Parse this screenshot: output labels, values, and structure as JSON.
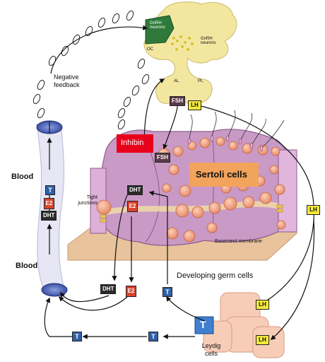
{
  "hypothalamus": {
    "gnrh_label_1": "GnRH\nneurons",
    "gnrh_label_2": "GnRH\nneurons",
    "oc_label": "OC",
    "al_label": "AL",
    "pl_label": "PL"
  },
  "feedback": {
    "label": "Negative\nfeedback"
  },
  "inhibin": {
    "label": "Inhibin",
    "color": "#e8001a"
  },
  "sertoli": {
    "label": "Sertoli cells",
    "color": "#f2a35c"
  },
  "hormones": {
    "fsh_top": "FSH",
    "fsh_mid": "FSH",
    "lh_top": "LH",
    "lh_right": "LH",
    "lh_leydig_1": "LH",
    "lh_leydig_2": "LH",
    "t_blood": "T",
    "e2_blood": "E2",
    "dht_blood": "DHT",
    "dht_tubule": "DHT",
    "e2_tubule": "E2",
    "dht_bottom": "DHT",
    "e2_bottom": "E2",
    "t_bottom_mid": "T",
    "t_leydig": "T",
    "t_bottom_left": "T",
    "t_bottom_center": "T"
  },
  "labels": {
    "blood_top": "Blood",
    "blood_bottom": "Blood",
    "tight_junctions": "Tight\njunctions",
    "basement_membrane": "Basement membrane",
    "developing_germ_cells": "Developing germ cells",
    "leydig_cells": "Leydig\ncells"
  },
  "colors": {
    "testosterone": "#2f5fa8",
    "estradiol": "#d9432b",
    "dht": "#2b2b2b",
    "lh": "#f4e93a",
    "fsh": "#5a3a4a",
    "tubule": "#c99ac6",
    "leydig": "#f7cdb8",
    "vessel": "#dcdcf0"
  }
}
